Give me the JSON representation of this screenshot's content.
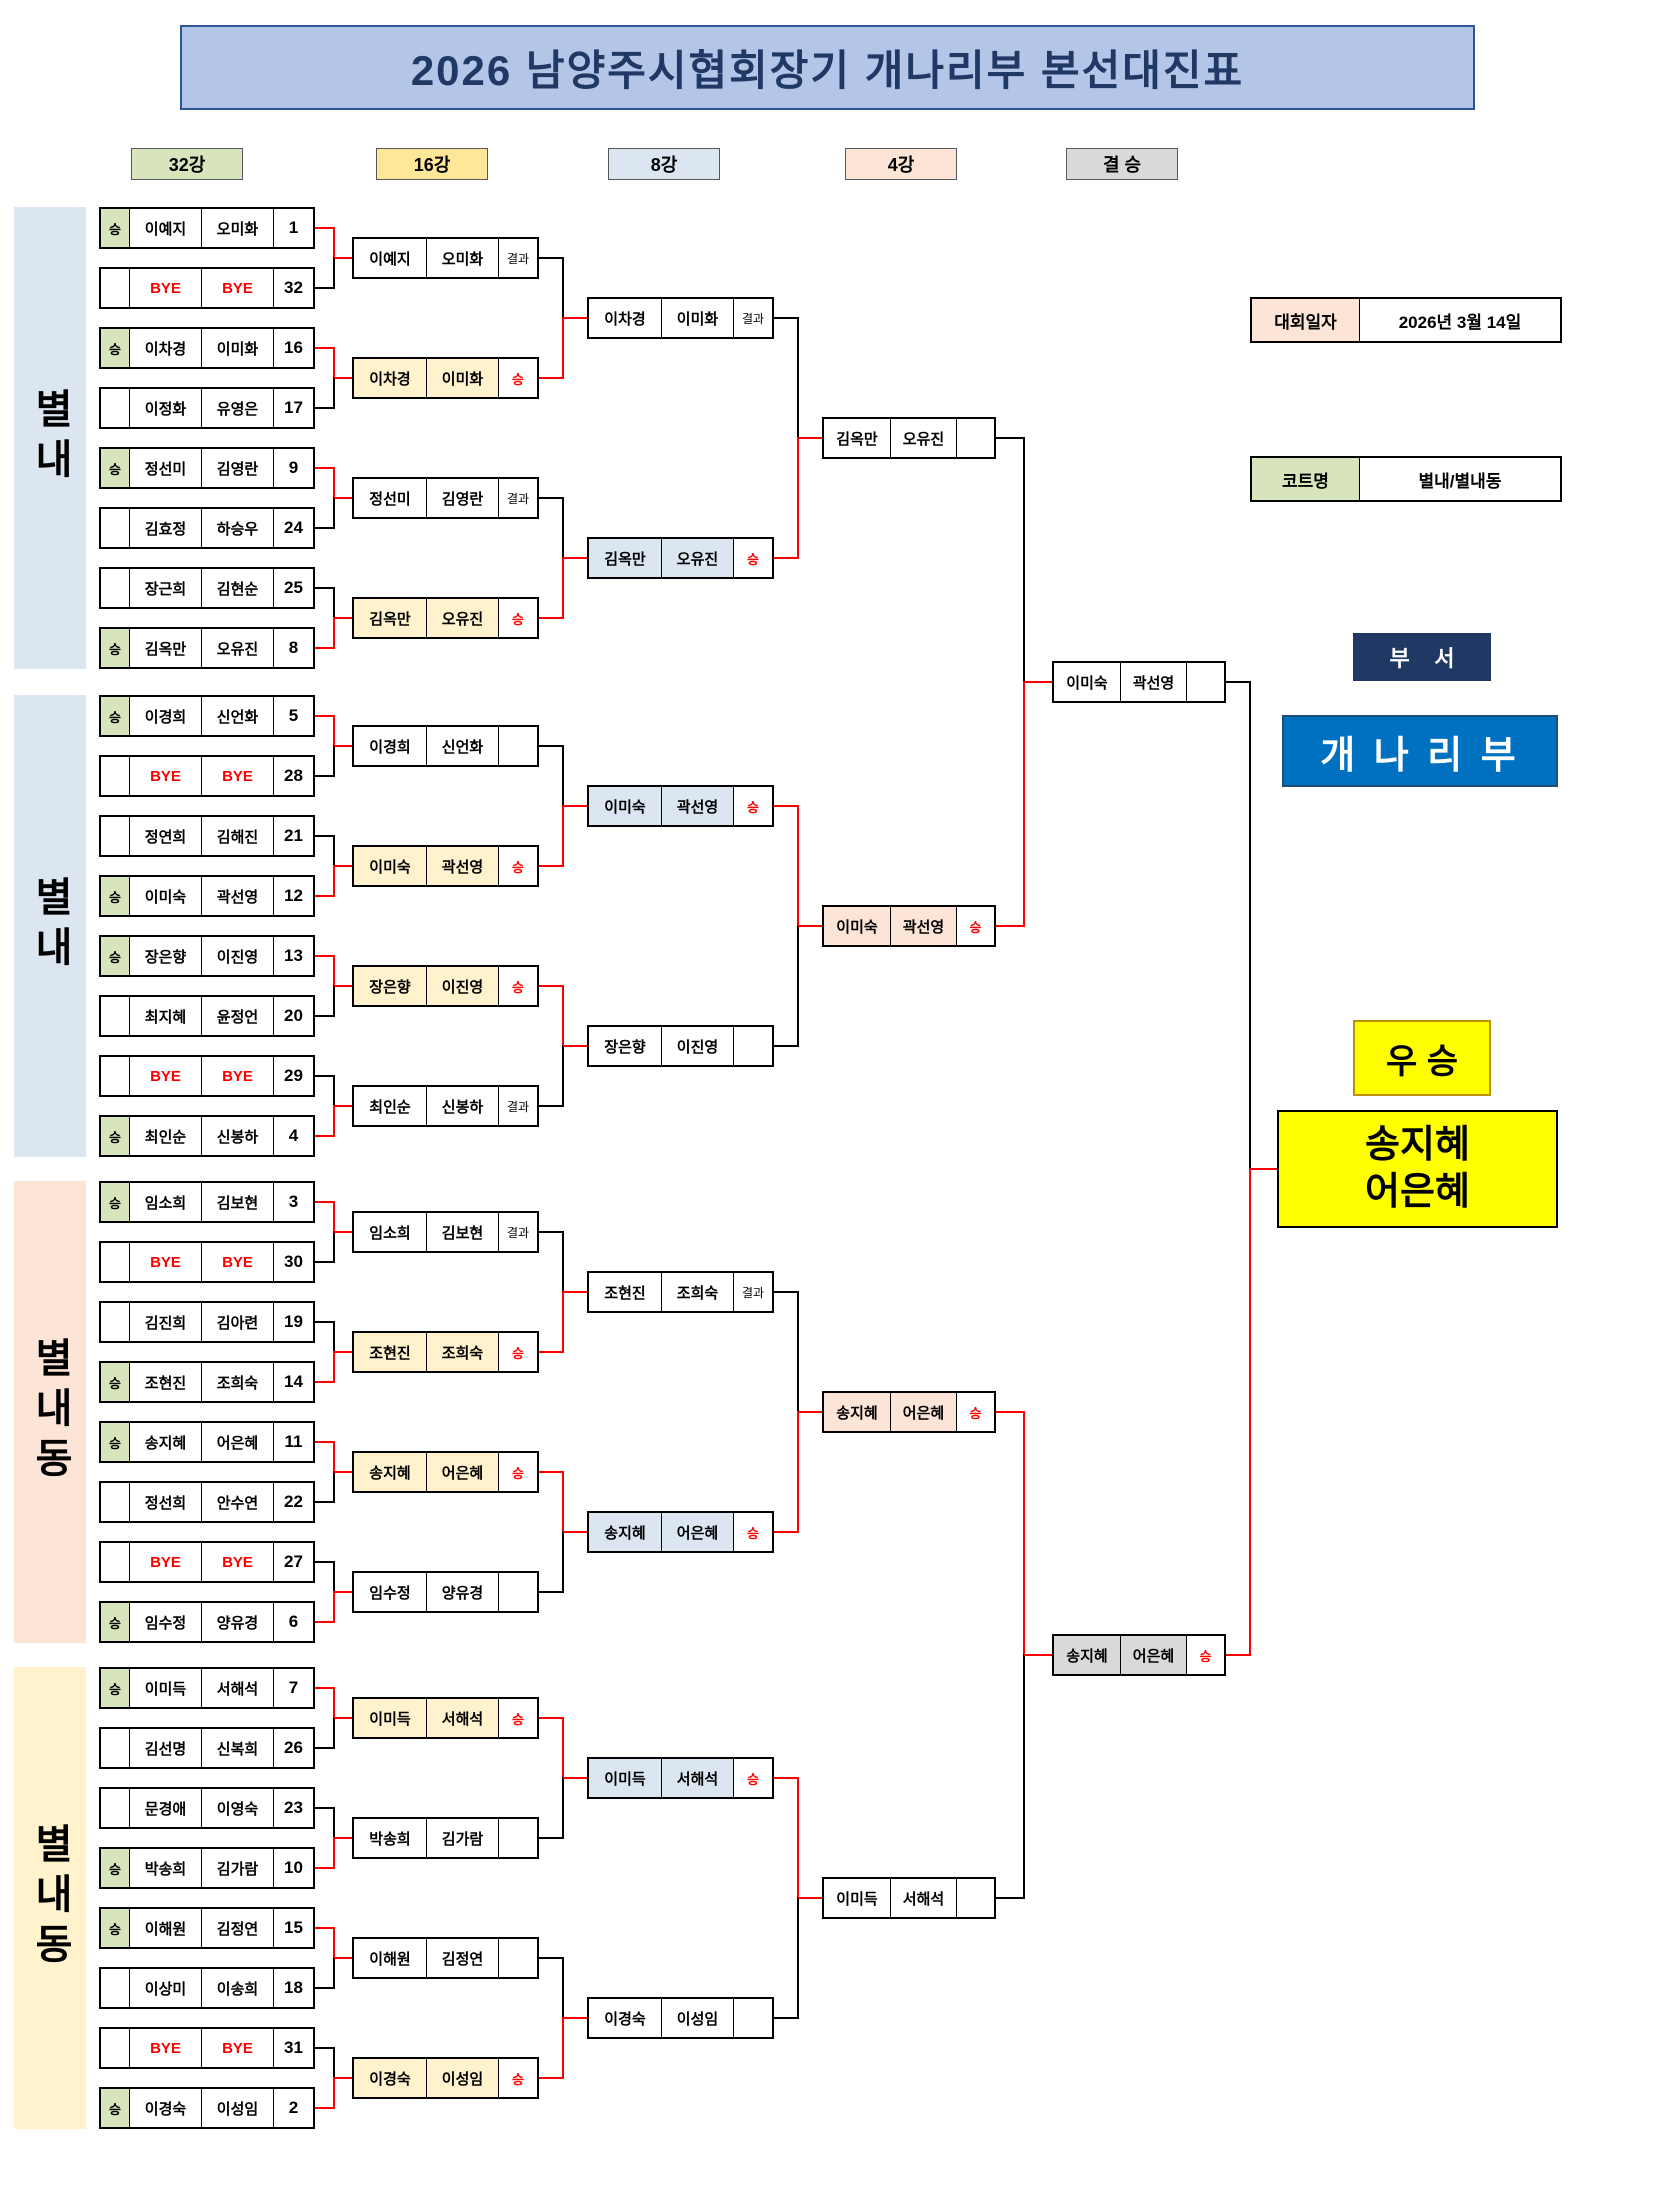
{
  "title": "2026 남양주시협회장기 개나리부 본선대진표",
  "round_headers": [
    {
      "label": "32강",
      "color": "#d8e4bc"
    },
    {
      "label": "16강",
      "color": "#ffe699"
    },
    {
      "label": "8강",
      "color": "#dce6f1"
    },
    {
      "label": "4강",
      "color": "#fce4d6"
    },
    {
      "label": "결 승",
      "color": "#d9d9d9"
    }
  ],
  "groups": [
    {
      "label": "별내",
      "color": "#dce6f1"
    },
    {
      "label": "별내",
      "color": "#dce6f1"
    },
    {
      "label": "별내동",
      "color": "#fce4d6"
    },
    {
      "label": "별내동",
      "color": "#fff2cc"
    }
  ],
  "round32": [
    {
      "win": "승",
      "p1": "이예지",
      "p2": "오미화",
      "seed": "1",
      "bye": false
    },
    {
      "win": "",
      "p1": "BYE",
      "p2": "BYE",
      "seed": "32",
      "bye": true
    },
    {
      "win": "승",
      "p1": "이차경",
      "p2": "이미화",
      "seed": "16",
      "bye": false
    },
    {
      "win": "",
      "p1": "이정화",
      "p2": "유영은",
      "seed": "17",
      "bye": false
    },
    {
      "win": "승",
      "p1": "정선미",
      "p2": "김영란",
      "seed": "9",
      "bye": false
    },
    {
      "win": "",
      "p1": "김효정",
      "p2": "하승우",
      "seed": "24",
      "bye": false
    },
    {
      "win": "",
      "p1": "장근희",
      "p2": "김현순",
      "seed": "25",
      "bye": false
    },
    {
      "win": "승",
      "p1": "김옥만",
      "p2": "오유진",
      "seed": "8",
      "bye": false
    },
    {
      "win": "승",
      "p1": "이경희",
      "p2": "신언화",
      "seed": "5",
      "bye": false
    },
    {
      "win": "",
      "p1": "BYE",
      "p2": "BYE",
      "seed": "28",
      "bye": true
    },
    {
      "win": "",
      "p1": "정연희",
      "p2": "김해진",
      "seed": "21",
      "bye": false
    },
    {
      "win": "승",
      "p1": "이미숙",
      "p2": "곽선영",
      "seed": "12",
      "bye": false
    },
    {
      "win": "승",
      "p1": "장은향",
      "p2": "이진영",
      "seed": "13",
      "bye": false
    },
    {
      "win": "",
      "p1": "최지혜",
      "p2": "윤정언",
      "seed": "20",
      "bye": false
    },
    {
      "win": "",
      "p1": "BYE",
      "p2": "BYE",
      "seed": "29",
      "bye": true
    },
    {
      "win": "승",
      "p1": "최인순",
      "p2": "신봉하",
      "seed": "4",
      "bye": false
    },
    {
      "win": "승",
      "p1": "임소희",
      "p2": "김보현",
      "seed": "3",
      "bye": false
    },
    {
      "win": "",
      "p1": "BYE",
      "p2": "BYE",
      "seed": "30",
      "bye": true
    },
    {
      "win": "",
      "p1": "김진희",
      "p2": "김아련",
      "seed": "19",
      "bye": false
    },
    {
      "win": "승",
      "p1": "조현진",
      "p2": "조희숙",
      "seed": "14",
      "bye": false
    },
    {
      "win": "승",
      "p1": "송지혜",
      "p2": "어은혜",
      "seed": "11",
      "bye": false
    },
    {
      "win": "",
      "p1": "정선희",
      "p2": "안수연",
      "seed": "22",
      "bye": false
    },
    {
      "win": "",
      "p1": "BYE",
      "p2": "BYE",
      "seed": "27",
      "bye": true
    },
    {
      "win": "승",
      "p1": "임수정",
      "p2": "양유경",
      "seed": "6",
      "bye": false
    },
    {
      "win": "승",
      "p1": "이미득",
      "p2": "서해석",
      "seed": "7",
      "bye": false
    },
    {
      "win": "",
      "p1": "김선명",
      "p2": "신복희",
      "seed": "26",
      "bye": false
    },
    {
      "win": "",
      "p1": "문경애",
      "p2": "이영숙",
      "seed": "23",
      "bye": false
    },
    {
      "win": "승",
      "p1": "박송희",
      "p2": "김가람",
      "seed": "10",
      "bye": false
    },
    {
      "win": "승",
      "p1": "이해원",
      "p2": "김정연",
      "seed": "15",
      "bye": false
    },
    {
      "win": "",
      "p1": "이상미",
      "p2": "이송희",
      "seed": "18",
      "bye": false
    },
    {
      "win": "",
      "p1": "BYE",
      "p2": "BYE",
      "seed": "31",
      "bye": true
    },
    {
      "win": "승",
      "p1": "이경숙",
      "p2": "이성임",
      "seed": "2",
      "bye": false
    }
  ],
  "round16": [
    {
      "p1": "이예지",
      "p2": "오미화",
      "result": "결과",
      "winner": false
    },
    {
      "p1": "이차경",
      "p2": "이미화",
      "result": "승",
      "winner": true
    },
    {
      "p1": "정선미",
      "p2": "김영란",
      "result": "결과",
      "winner": false
    },
    {
      "p1": "김옥만",
      "p2": "오유진",
      "result": "승",
      "winner": true
    },
    {
      "p1": "이경희",
      "p2": "신언화",
      "result": "",
      "winner": false
    },
    {
      "p1": "이미숙",
      "p2": "곽선영",
      "result": "승",
      "winner": true
    },
    {
      "p1": "장은향",
      "p2": "이진영",
      "result": "승",
      "winner": true
    },
    {
      "p1": "최인순",
      "p2": "신봉하",
      "result": "결과",
      "winner": false
    },
    {
      "p1": "임소희",
      "p2": "김보현",
      "result": "결과",
      "winner": false
    },
    {
      "p1": "조현진",
      "p2": "조희숙",
      "result": "승",
      "winner": true
    },
    {
      "p1": "송지혜",
      "p2": "어은혜",
      "result": "승",
      "winner": true
    },
    {
      "p1": "임수정",
      "p2": "양유경",
      "result": "",
      "winner": false
    },
    {
      "p1": "이미득",
      "p2": "서해석",
      "result": "승",
      "winner": true
    },
    {
      "p1": "박송희",
      "p2": "김가람",
      "result": "",
      "winner": false
    },
    {
      "p1": "이해원",
      "p2": "김정연",
      "result": "",
      "winner": false
    },
    {
      "p1": "이경숙",
      "p2": "이성임",
      "result": "승",
      "winner": true
    }
  ],
  "round8": [
    {
      "p1": "이차경",
      "p2": "이미화",
      "result": "결과",
      "winner": false
    },
    {
      "p1": "김옥만",
      "p2": "오유진",
      "result": "승",
      "winner": true
    },
    {
      "p1": "이미숙",
      "p2": "곽선영",
      "result": "승",
      "winner": true
    },
    {
      "p1": "장은향",
      "p2": "이진영",
      "result": "",
      "winner": false
    },
    {
      "p1": "조현진",
      "p2": "조희숙",
      "result": "결과",
      "winner": false
    },
    {
      "p1": "송지혜",
      "p2": "어은혜",
      "result": "승",
      "winner": true
    },
    {
      "p1": "이미득",
      "p2": "서해석",
      "result": "승",
      "winner": true
    },
    {
      "p1": "이경숙",
      "p2": "이성임",
      "result": "",
      "winner": false
    }
  ],
  "round4": [
    {
      "p1": "김옥만",
      "p2": "오유진",
      "result": "",
      "winner": false
    },
    {
      "p1": "이미숙",
      "p2": "곽선영",
      "result": "승",
      "winner": true
    },
    {
      "p1": "송지혜",
      "p2": "어은혜",
      "result": "승",
      "winner": true
    },
    {
      "p1": "이미득",
      "p2": "서해석",
      "result": "",
      "winner": false
    }
  ],
  "final": [
    {
      "p1": "이미숙",
      "p2": "곽선영",
      "result": "",
      "winner": false
    },
    {
      "p1": "송지혜",
      "p2": "어은혜",
      "result": "승",
      "winner": true
    }
  ],
  "champion": {
    "line1": "송지혜",
    "line2": "어은혜"
  },
  "info": {
    "date_label": "대회일자",
    "date_value": "2026년 3월 14일",
    "court_label": "코트명",
    "court_value": "별내/별내동",
    "dept_label": "부    서",
    "division": "개 나 리 부",
    "winner_label": "우 승"
  },
  "colors": {
    "title_bg": "#b4c6e7",
    "title_text": "#1f3864",
    "win_cell": "#d8e4bc",
    "r16_win": "#fff2cc",
    "r8_win": "#dce6f1",
    "r4_win": "#fce4d6",
    "final_win": "#d9d9d9",
    "bye_text": "#ff0000",
    "win_text": "#ff0000",
    "line_win": "#ff0000",
    "line_normal": "#000000",
    "dept_bg": "#1f3864",
    "division_bg": "#0070c0",
    "champion_bg": "#ffff00"
  }
}
